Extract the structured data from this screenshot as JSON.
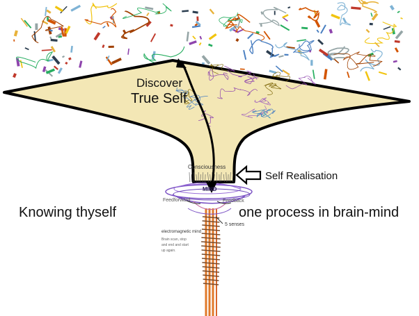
{
  "labels": {
    "discover": "Discover",
    "true_self": "True Self",
    "consciousness": "Consciousness",
    "self_realisation": "Self Realisation",
    "mind": "MIND",
    "feedforward": "Feedforward",
    "feedback": "Feedback",
    "knowing_thyself": "Knowing thyself",
    "one_process": "one process in brain-mind",
    "five_senses": "5 senses",
    "em_mind": "electromagnetic mind",
    "em_note_1": "Brain scan, stop",
    "em_note_2": "and end and start",
    "em_note_3": "up again."
  },
  "colors": {
    "funnel_fill": "#f3e7b5",
    "funnel_stroke": "#000000",
    "spine": "#e07a2a",
    "mind_swirl": "#7b52c4"
  }
}
